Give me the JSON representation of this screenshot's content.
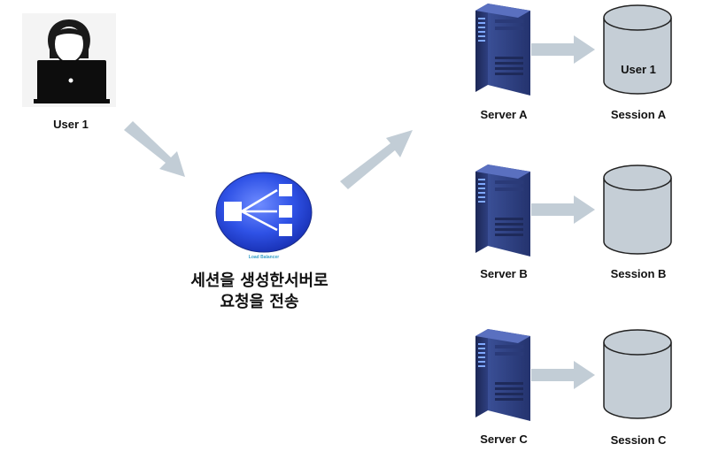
{
  "user": {
    "label": "User 1"
  },
  "load_balancer": {
    "logo_text": "Load Balancer"
  },
  "caption": {
    "line1": "세션을 생성한서버로",
    "line2": "요청을 전송"
  },
  "servers": [
    {
      "label": "Server A"
    },
    {
      "label": "Server B"
    },
    {
      "label": "Server C"
    }
  ],
  "sessions": [
    {
      "label": "Session A",
      "content": "User 1"
    },
    {
      "label": "Session B",
      "content": ""
    },
    {
      "label": "Session C",
      "content": ""
    }
  ],
  "colors": {
    "arrow": "#c2cdd6",
    "cylinder": "#c5ced6",
    "server_dark": "#1f2b5c",
    "server_light": "#3f58a8",
    "balancer": "#2a4ce0"
  }
}
